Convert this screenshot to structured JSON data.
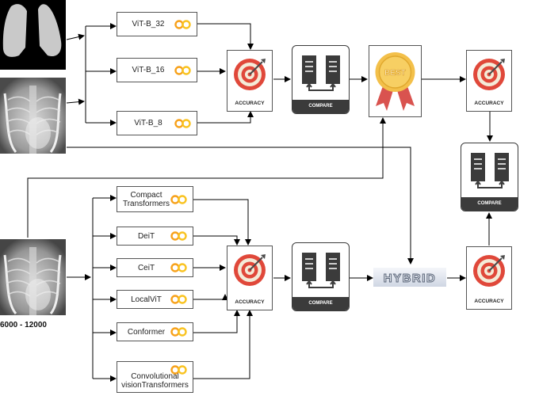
{
  "inputs": {
    "range_label": "6000 - 12000"
  },
  "vit_models": [
    {
      "label": "ViT-B_32"
    },
    {
      "label": "ViT-B_16"
    },
    {
      "label": "ViT-B_8"
    }
  ],
  "transformer_models": [
    {
      "label": "Compact Transformers"
    },
    {
      "label": "DeiT"
    },
    {
      "label": "CeiT"
    },
    {
      "label": "LocalViT"
    },
    {
      "label": "Conformer"
    },
    {
      "label": "Convolutional visionTransformers"
    }
  ],
  "accuracy_label": "ACCURACY",
  "compare_label": "COMPARE",
  "best_label": "BEST",
  "hybrid_label": "HYBRID",
  "colors": {
    "target_red": "#e0483a",
    "target_cream": "#f4ebd8",
    "compare_dark": "#3b3b3b",
    "medal_gold": "#f3c04a",
    "ribbon_red": "#d9534f",
    "colab_orange": "#f7a11a",
    "colab_yellow": "#f9c320"
  },
  "icons": [
    "lung-mask-icon",
    "chest-xray-icon",
    "colab-logo-icon",
    "target-icon",
    "server-compare-icon",
    "best-medal-icon",
    "hybrid-logo"
  ]
}
